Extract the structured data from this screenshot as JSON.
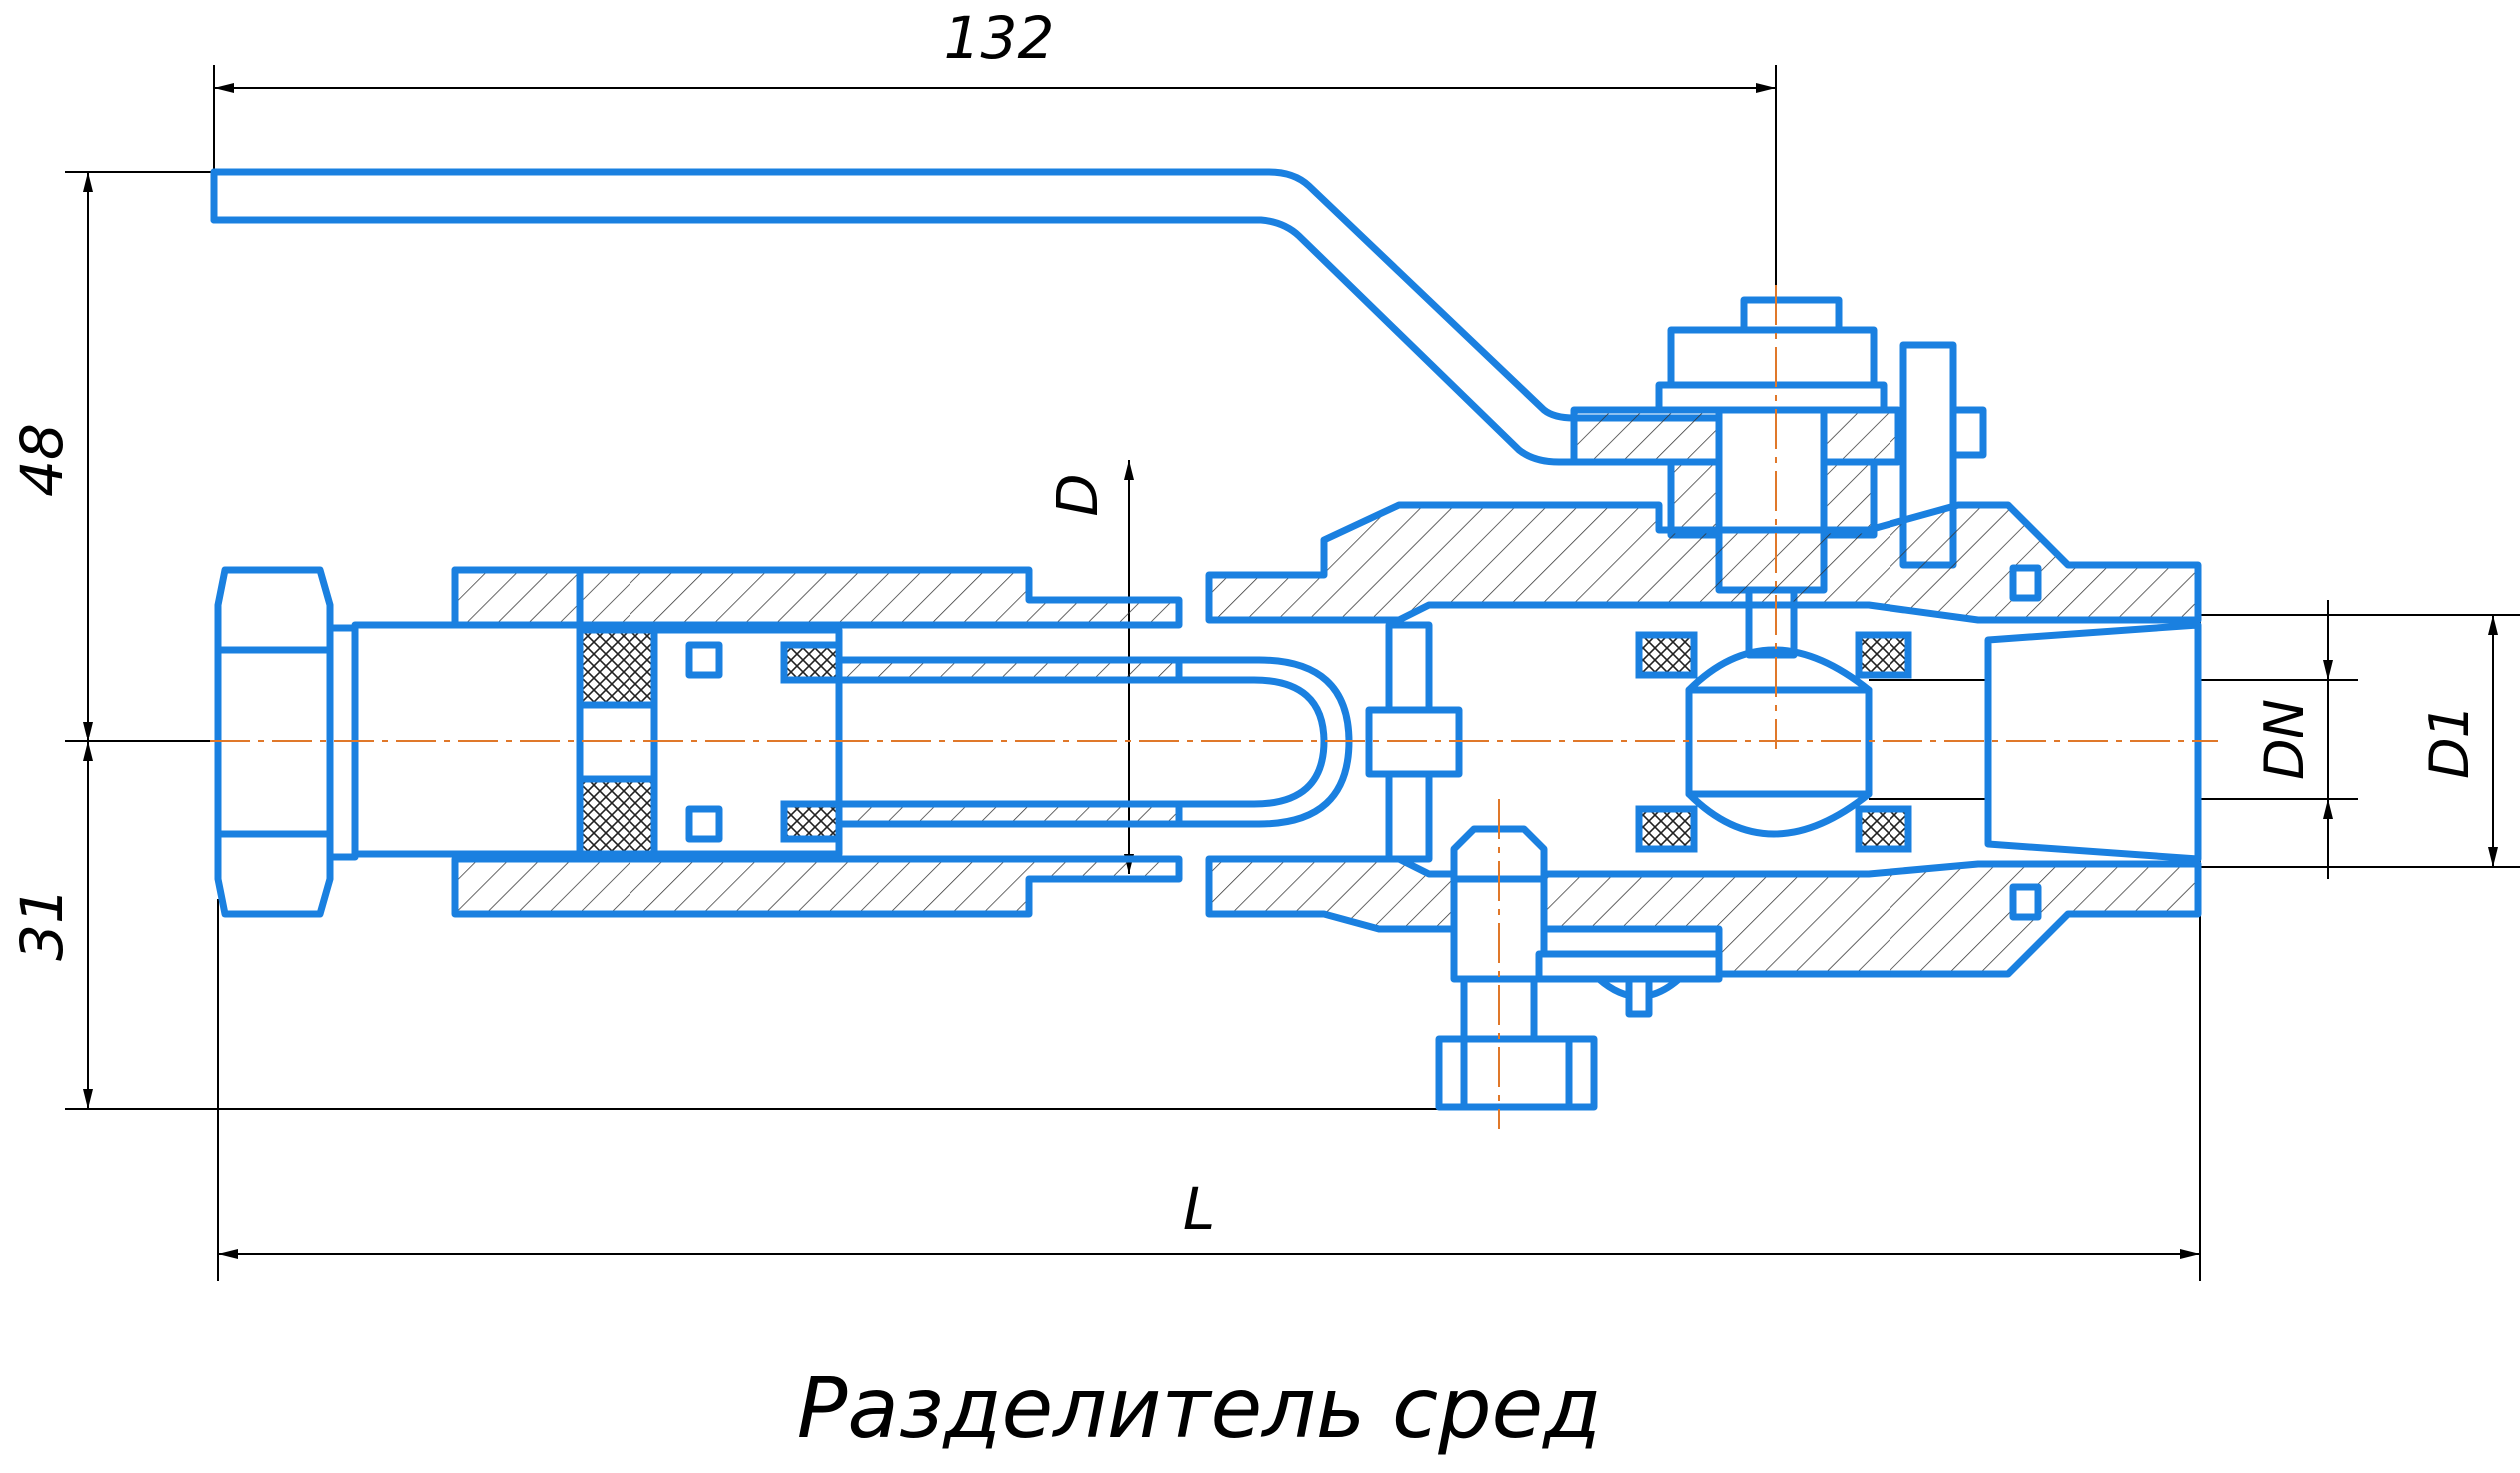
{
  "title": "Разделитель сред",
  "dimensions": {
    "handle_length": "132",
    "height_top": "48",
    "height_bottom": "31",
    "overall_length": "L",
    "inner_diameter": "D",
    "nominal_diameter": "DN",
    "outer_diameter": "D1"
  },
  "colors": {
    "outline": "#1a80e0",
    "axis": "#e0782a",
    "dimension": "#000000"
  }
}
